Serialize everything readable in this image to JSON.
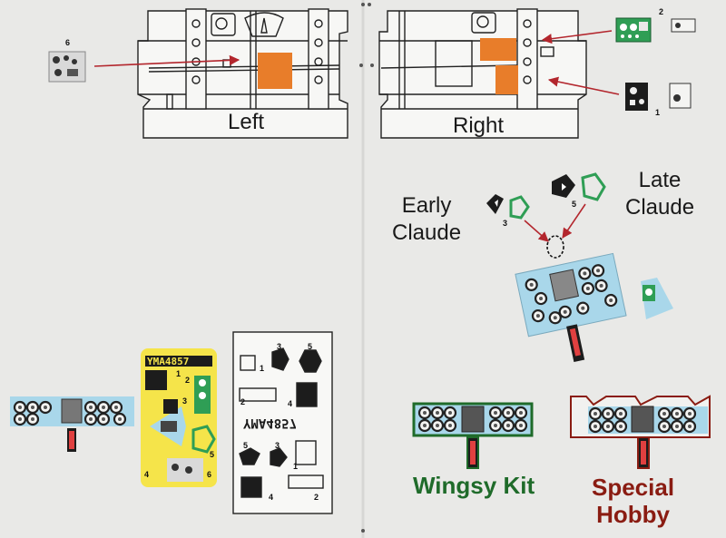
{
  "sheet": {
    "labels": {
      "left": "Left",
      "right": "Right",
      "early_claude": "Early\nClaude",
      "late_claude": "Late\nClaude",
      "wingsy_kit": "Wingsy Kit",
      "special_hobby": "Special\nHobby"
    },
    "decal_code": "YMA4857",
    "decal_code_mirrored": "YMA4857",
    "part_numbers": {
      "n1": "1",
      "n2": "2",
      "n3": "3",
      "n4": "4",
      "n5": "5",
      "n6": "6"
    },
    "colors": {
      "background": "#e9e9e7",
      "panel_blue": "#a9d7ea",
      "panel_orange": "#e87d2a",
      "decal_yellow": "#f5e44a",
      "arrow_red": "#b3262d",
      "wingsy_green": "#1f6b2a",
      "special_hobby_red": "#8a1c12",
      "green_panel": "#2f9e55"
    }
  }
}
